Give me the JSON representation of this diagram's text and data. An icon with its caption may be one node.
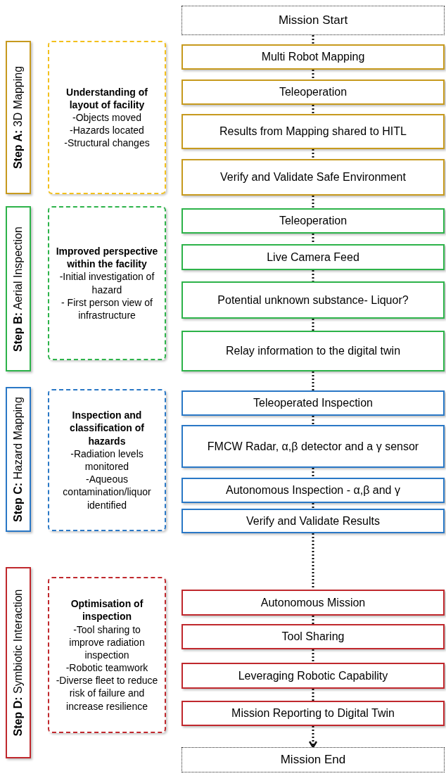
{
  "diagram": {
    "nodes": [
      {
        "text": [
          "Mission Start"
        ]
      },
      {
        "text": [
          "**Step A:** 3D Mapping"
        ]
      },
      {
        "text": [
          "Understanding of layout of facility",
          "-Objects moved",
          "-Hazards located",
          "-Structural changes"
        ]
      },
      {
        "text": [
          "Multi Robot Mapping"
        ]
      },
      {
        "text": [
          "Teleoperation"
        ]
      },
      {
        "text": [
          "Results from Mapping shared to HITL"
        ]
      },
      {
        "text": [
          "Verify and Validate Safe Environment"
        ]
      },
      {
        "text": [
          "**Step B:** Aerial Inspection"
        ]
      },
      {
        "text": [
          "Improved perspective within the facility",
          "-Initial investigation of hazard",
          "- First person view of infrastructure"
        ]
      },
      {
        "text": [
          "Teleoperation"
        ]
      },
      {
        "text": [
          "Live Camera Feed"
        ]
      },
      {
        "text": [
          "Potential unknown substance- Liquor?"
        ]
      },
      {
        "text": [
          "Relay information to the digital twin"
        ]
      },
      {
        "text": [
          "**Step C:** Hazard Mapping"
        ]
      },
      {
        "text": [
          "Inspection and classification of hazards",
          "-Radiation levels monitored",
          "-Aqueous contamination/liquor identified"
        ]
      },
      {
        "text": [
          "Teleoperated Inspection"
        ]
      },
      {
        "text": [
          "FMCW Radar, α,β detector and a γ sensor"
        ]
      },
      {
        "text": [
          "Autonomous Inspection - α,β and γ"
        ]
      },
      {
        "text": [
          "Verify and Validate Results"
        ]
      },
      {
        "text": [
          "**Step D:** Symbiotic Interaction"
        ]
      },
      {
        "text": [
          "Optimisation of inspection",
          "-Tool sharing to improve radiation inspection",
          "-Robotic teamwork",
          "-Diverse fleet to reduce risk of failure and increase resilience"
        ]
      },
      {
        "text": [
          "Autonomous Mission"
        ]
      },
      {
        "text": [
          "Tool Sharing"
        ]
      },
      {
        "text": [
          "Leveraging Robotic Capability"
        ]
      },
      {
        "text": [
          "Mission Reporting to Digital Twin"
        ]
      },
      {
        "text": [
          "Mission End"
        ]
      }
    ],
    "edges": [
      {
        "from": 0,
        "to": 3,
        "arrow": "none",
        "style": "dashed"
      },
      {
        "from": 3,
        "to": 4,
        "arrow": "none",
        "style": "dashed"
      },
      {
        "from": 4,
        "to": 5,
        "arrow": "none",
        "style": "dashed"
      },
      {
        "from": 5,
        "to": 6,
        "arrow": "none",
        "style": "dashed"
      },
      {
        "from": 6,
        "to": 9,
        "arrow": "none",
        "style": "dashed"
      },
      {
        "from": 9,
        "to": 10,
        "arrow": "none",
        "style": "dashed"
      },
      {
        "from": 10,
        "to": 11,
        "arrow": "none",
        "style": "dashed"
      },
      {
        "from": 11,
        "to": 12,
        "arrow": "none",
        "style": "dashed"
      },
      {
        "from": 12,
        "to": 15,
        "arrow": "none",
        "style": "dashed"
      },
      {
        "from": 15,
        "to": 16,
        "arrow": "none",
        "style": "dashed"
      },
      {
        "from": 16,
        "to": 17,
        "arrow": "none",
        "style": "dashed"
      },
      {
        "from": 17,
        "to": 18,
        "arrow": "none",
        "style": "dashed"
      },
      {
        "from": 18,
        "to": 21,
        "arrow": "none",
        "style": "dashed"
      },
      {
        "from": 21,
        "to": 22,
        "arrow": "none",
        "style": "dashed"
      },
      {
        "from": 22,
        "to": 23,
        "arrow": "none",
        "style": "dashed"
      },
      {
        "from": 23,
        "to": 24,
        "arrow": "none",
        "style": "dashed"
      },
      {
        "from": 24,
        "to": 25,
        "arrow": "to",
        "style": "dashed"
      }
    ]
  }
}
